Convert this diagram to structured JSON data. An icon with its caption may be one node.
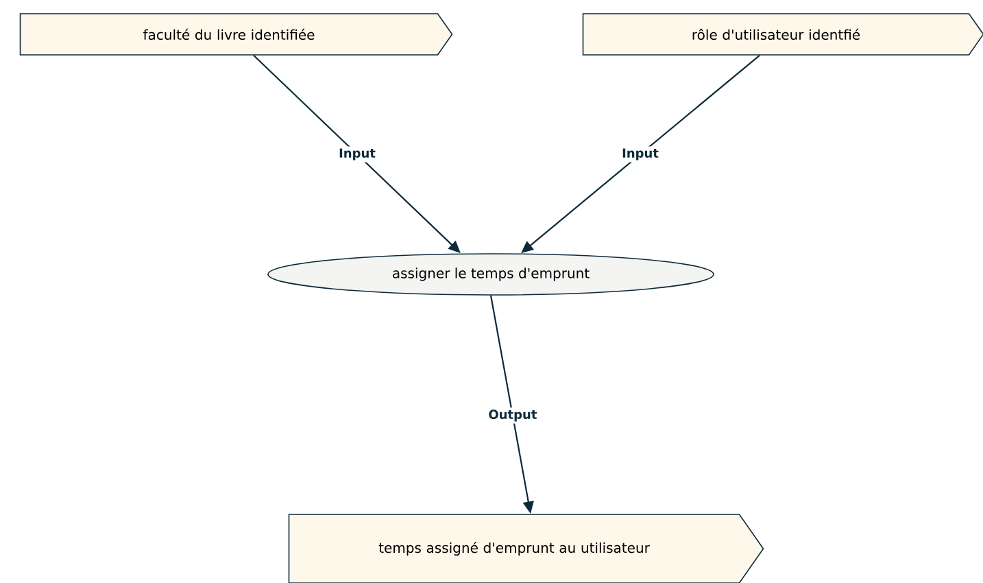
{
  "diagram": {
    "nodes": [
      {
        "text": [
          "faculté du livre identifiée"
        ]
      },
      {
        "text": [
          "rôle d'utilisateur identfié"
        ]
      },
      {
        "text": [
          "assigner le temps d'emprunt"
        ]
      },
      {
        "text": [
          "temps assigné d'emprunt au utilisateur"
        ]
      }
    ],
    "edges": [
      {
        "from": 0,
        "to": 2,
        "arrow": "to",
        "label": "Input"
      },
      {
        "from": 1,
        "to": 2,
        "arrow": "to",
        "label": "Input"
      },
      {
        "from": 2,
        "to": 3,
        "arrow": "to",
        "label": "Output"
      }
    ]
  }
}
